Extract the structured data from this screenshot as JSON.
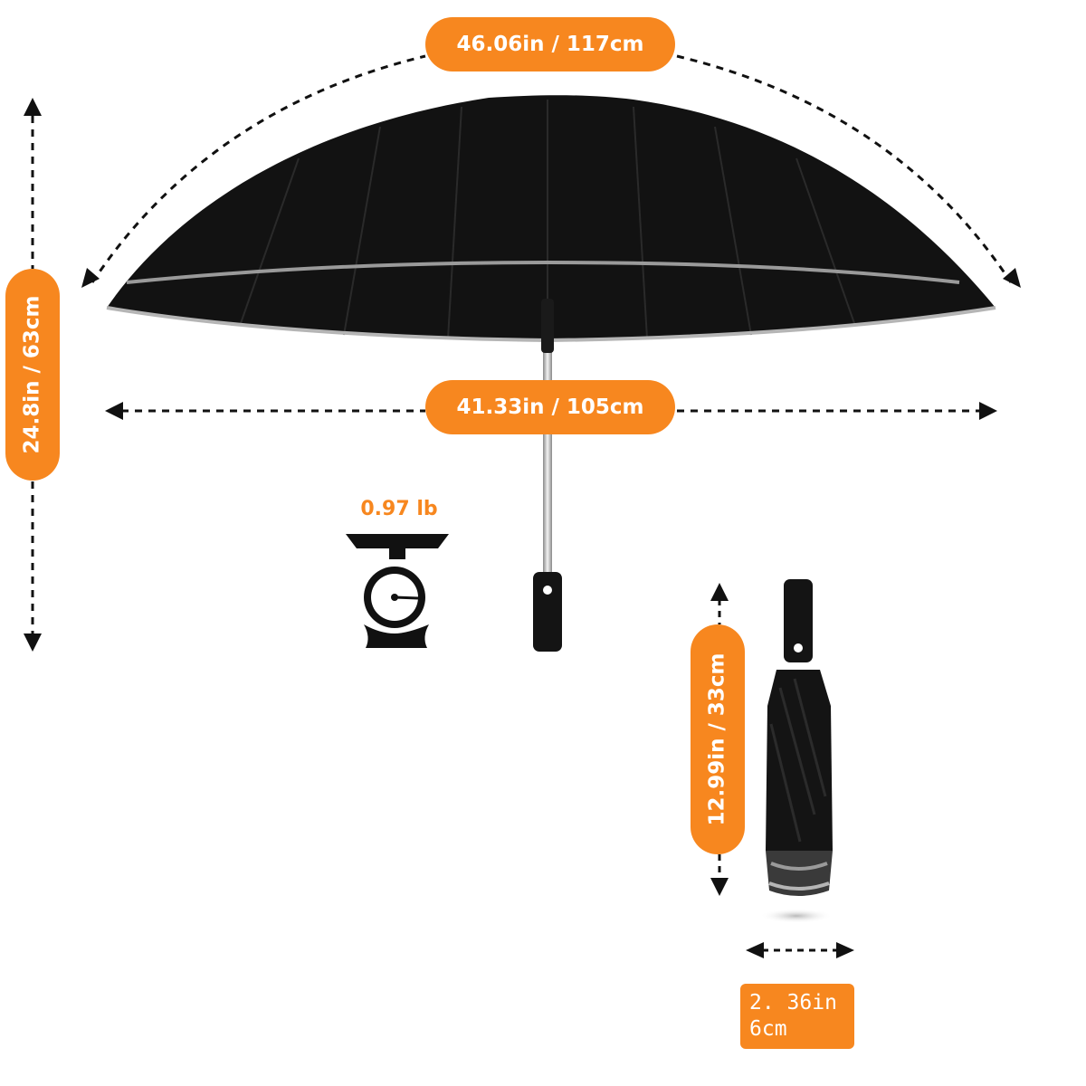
{
  "dimensions": {
    "canopy_arc": "46.06in / 117cm",
    "span_width": "41.33in / 105cm",
    "open_height": "24.8in / 63cm",
    "folded_length": "12.99in / 33cm",
    "folded_diameter": [
      "2. 36in",
      "6cm"
    ]
  },
  "weight": "0.97 lb",
  "colors": {
    "accent": "#f7871f",
    "canopy": "#121212",
    "canopy_trim": "#9a9a9a",
    "arrow": "#111111",
    "shaft": "#c8c8c8"
  },
  "icons": {
    "scale": "weighing-scale-icon",
    "umbrella_open": "open-umbrella-image",
    "umbrella_folded": "folded-umbrella-image"
  }
}
